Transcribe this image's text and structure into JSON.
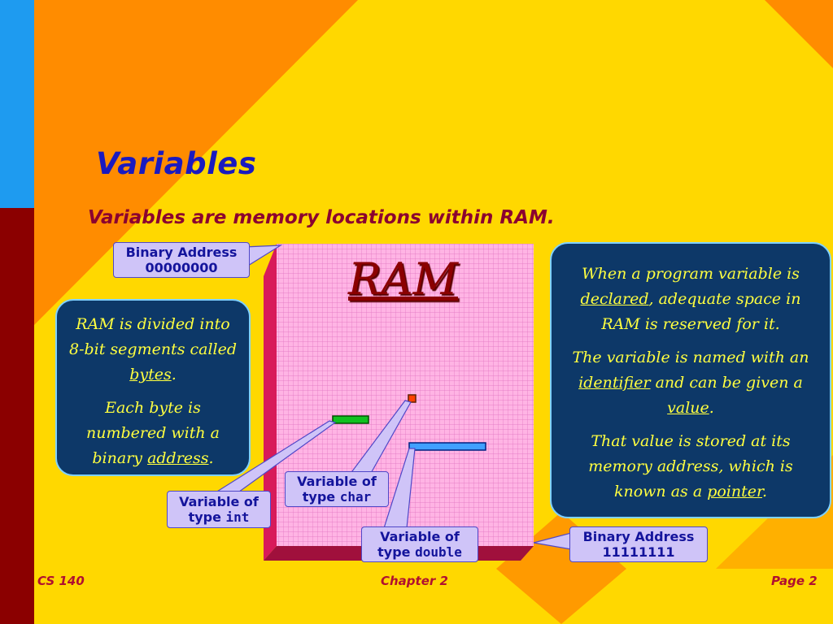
{
  "slide": {
    "title": "Variables",
    "subtitle": "Variables are memory locations within RAM."
  },
  "ram": {
    "label": "RAM"
  },
  "left_box": {
    "p1_pre": "RAM is divided into 8-bit segments called ",
    "p1_term": "bytes",
    "p1_post": ".",
    "p2_pre": "Each byte is numbered with a binary ",
    "p2_term": "address",
    "p2_post": "."
  },
  "right_box": {
    "p1_pre": "When a program variable is ",
    "p1_term": "declared",
    "p1_post": ", adequate space in RAM is reserved for it.",
    "p2_pre": "The variable is named with an ",
    "p2_term": "identifier",
    "p2_mid": " and can be given a ",
    "p2_term2": "value",
    "p2_post": ".",
    "p3_pre": "That value is stored at its memory address, which is known as a ",
    "p3_term": "pointer",
    "p3_post": "."
  },
  "callouts": {
    "addr_top_label": "Binary Address",
    "addr_top_value": "00000000",
    "addr_bottom_label": "Binary Address",
    "addr_bottom_value": "11111111",
    "var_int_label": "Variable of",
    "var_int_type_word": "type",
    "var_int_type": "int",
    "var_char_label": "Variable of",
    "var_char_type_word": "type",
    "var_char_type": "char",
    "var_double_label": "Variable of",
    "var_double_type_word": "type",
    "var_double_type": "double"
  },
  "footer": {
    "left": "CS 140",
    "center": "Chapter 2",
    "right": "Page 2"
  },
  "colors": {
    "background": "#ffd800",
    "orange": "#ff8c00",
    "left_bar_blue": "#1e9bf0",
    "left_bar_red": "#8b0000",
    "ram_grid": "#ffb0e0",
    "ram_side": "#d81a5a",
    "box_fill": "#0d3868",
    "box_text": "#ffff40",
    "callout_fill": "#cfc4f8",
    "int_var": "#10c020",
    "char_var": "#ff4000",
    "double_var": "#40a0ff"
  }
}
